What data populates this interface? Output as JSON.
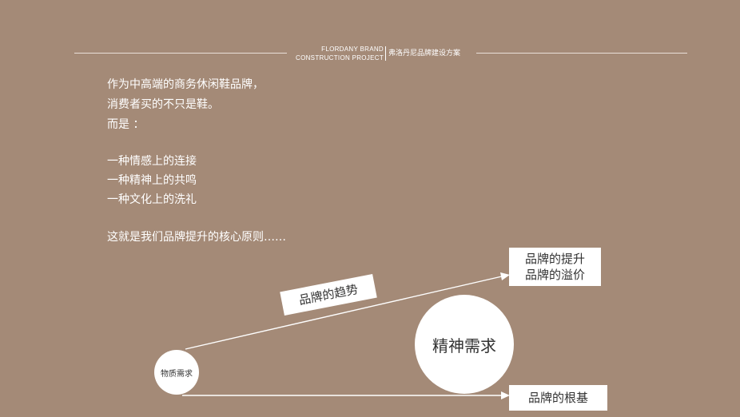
{
  "header": {
    "brand_en_line1": "FLORDANY BRAND",
    "brand_en_line2": "CONSTRUCTION PROJECT",
    "brand_cn": "弗洛丹尼品牌建设方案"
  },
  "body_text": {
    "lines": [
      "作为中高端的商务休闲鞋品牌，",
      "消费者买的不只是鞋。",
      "而是 ：",
      "一种情感上的连接",
      "一种精神上的共鸣",
      "一种文化上的洗礼",
      "这就是我们品牌提升的核心原则……"
    ]
  },
  "diagram": {
    "origin_label": "物质需求",
    "trend_label": "品牌的趋势",
    "top_target_line1": "品牌的提升",
    "top_target_line2": "品牌的溢价",
    "center_label": "精神需求",
    "bottom_target": "品牌的根基"
  },
  "colors": {
    "background": "#a48a77",
    "line": "#ffffff",
    "box_text": "#333333"
  }
}
